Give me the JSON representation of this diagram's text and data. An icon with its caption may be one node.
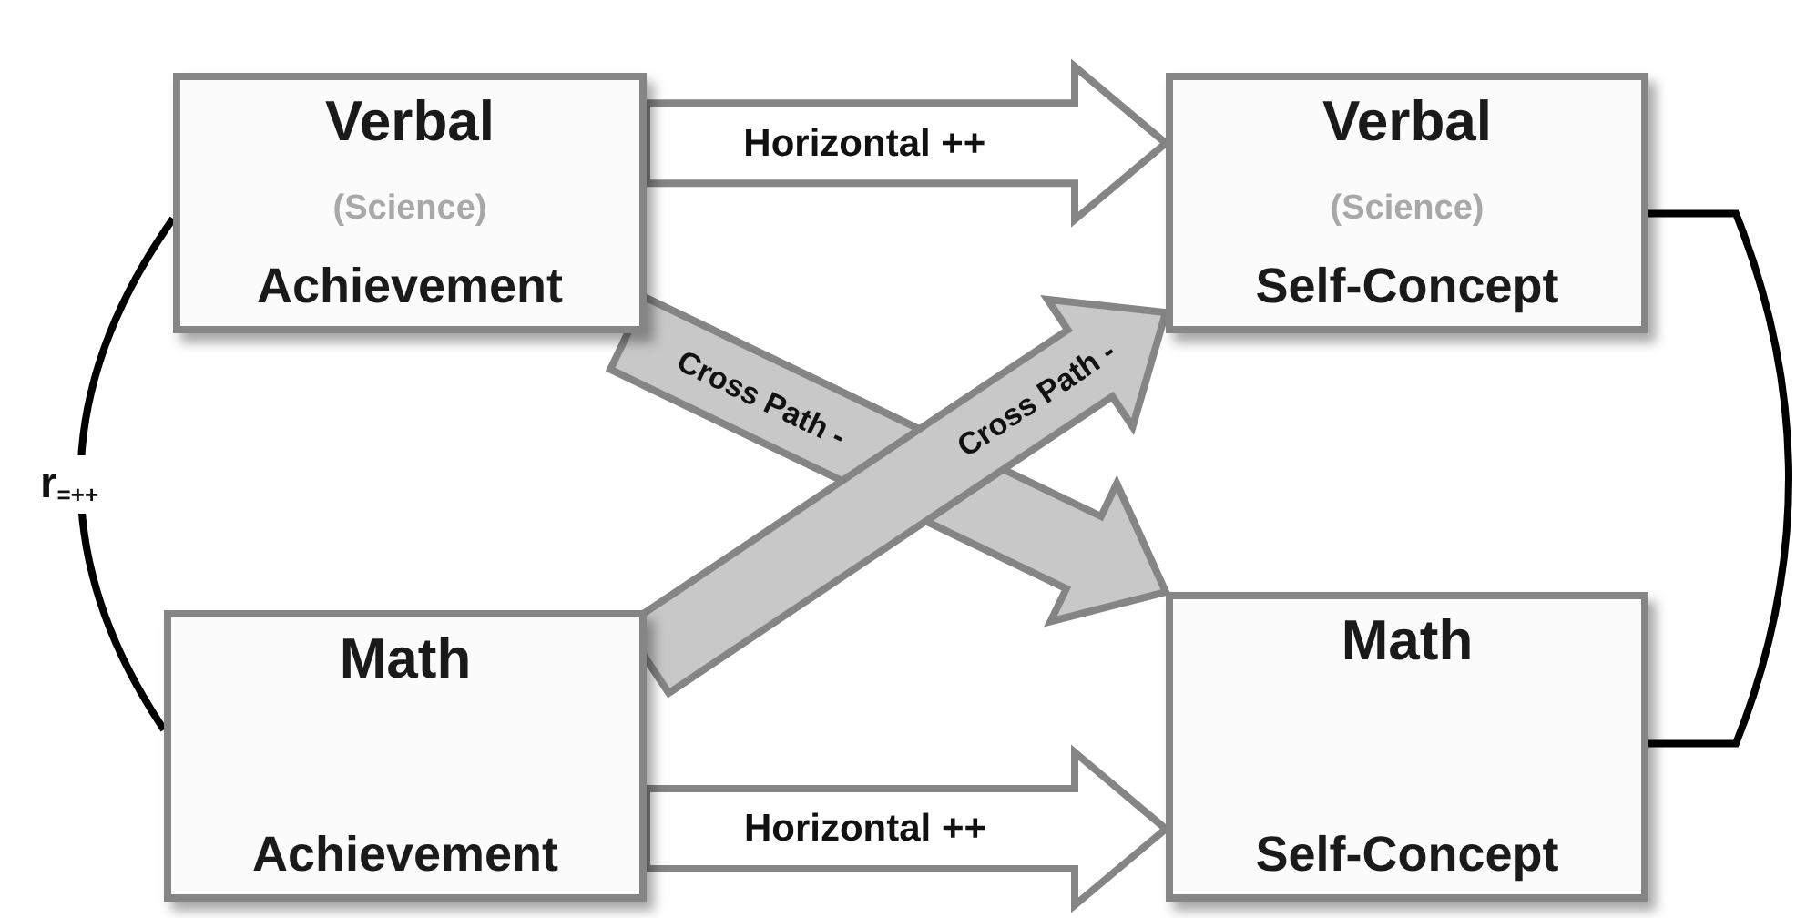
{
  "diagram": {
    "nodes": [
      {
        "text": [
          "Verbal",
          "(Science)",
          "Achievement"
        ]
      },
      {
        "text": [
          "Verbal",
          "(Science)",
          "Self-Concept"
        ]
      },
      {
        "text": [
          "Math",
          "Achievement"
        ]
      },
      {
        "text": [
          "Math",
          "Self-Concept"
        ]
      }
    ],
    "edges": [
      {
        "from": 0,
        "to": 1,
        "arrow": "to",
        "label": "Horizontal ++"
      },
      {
        "from": 2,
        "to": 3,
        "arrow": "to",
        "label": "Horizontal ++"
      },
      {
        "from": 0,
        "to": 3,
        "arrow": "to",
        "label": "Cross Path -",
        "color": "#c8c8c8"
      },
      {
        "from": 2,
        "to": 1,
        "arrow": "to",
        "label": "Cross Path -",
        "color": "#c8c8c8"
      },
      {
        "from": 0,
        "to": 2,
        "arrow": "none",
        "label": "r$_{=++}$"
      },
      {
        "from": 1,
        "to": 3,
        "arrow": "none"
      }
    ]
  }
}
